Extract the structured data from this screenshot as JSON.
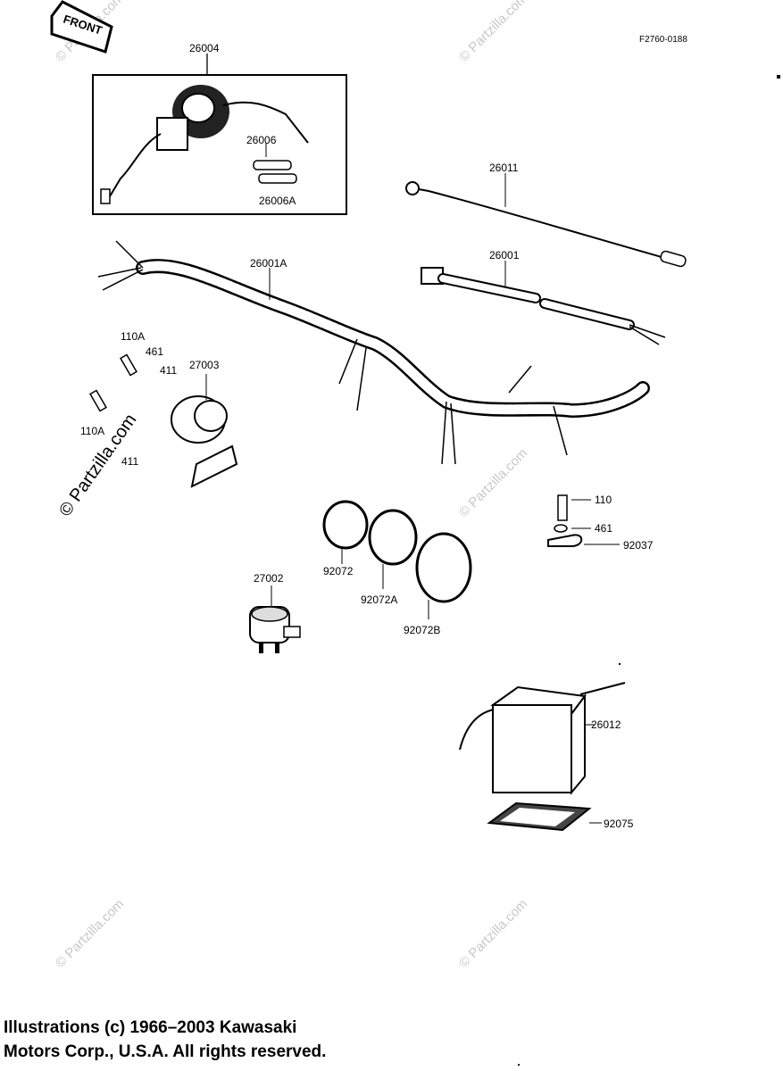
{
  "diagram": {
    "front_label": "FRONT",
    "figure_code": "F2760-0188",
    "watermark": "© Partzilla.com",
    "watermark_small": "© Partzilla.com",
    "parts": {
      "p26004": "26004",
      "p26006": "26006",
      "p26006A": "26006A",
      "p26011": "26011",
      "p26001A": "26001A",
      "p26001": "26001",
      "p110A_top": "110A",
      "p461_top": "461",
      "p411_top": "411",
      "p27003": "27003",
      "p110A_bottom": "110A",
      "p411_bottom": "411",
      "p110": "110",
      "p461_right": "461",
      "p92037": "92037",
      "p27002": "27002",
      "p92072": "92072",
      "p92072A": "92072A",
      "p92072B": "92072B",
      "p26012": "26012",
      "p92075": "92075"
    }
  },
  "copyright": {
    "line1": "Illustrations (c) 1966–2003 Kawasaki",
    "line2": "Motors Corp., U.S.A.  All rights reserved."
  }
}
